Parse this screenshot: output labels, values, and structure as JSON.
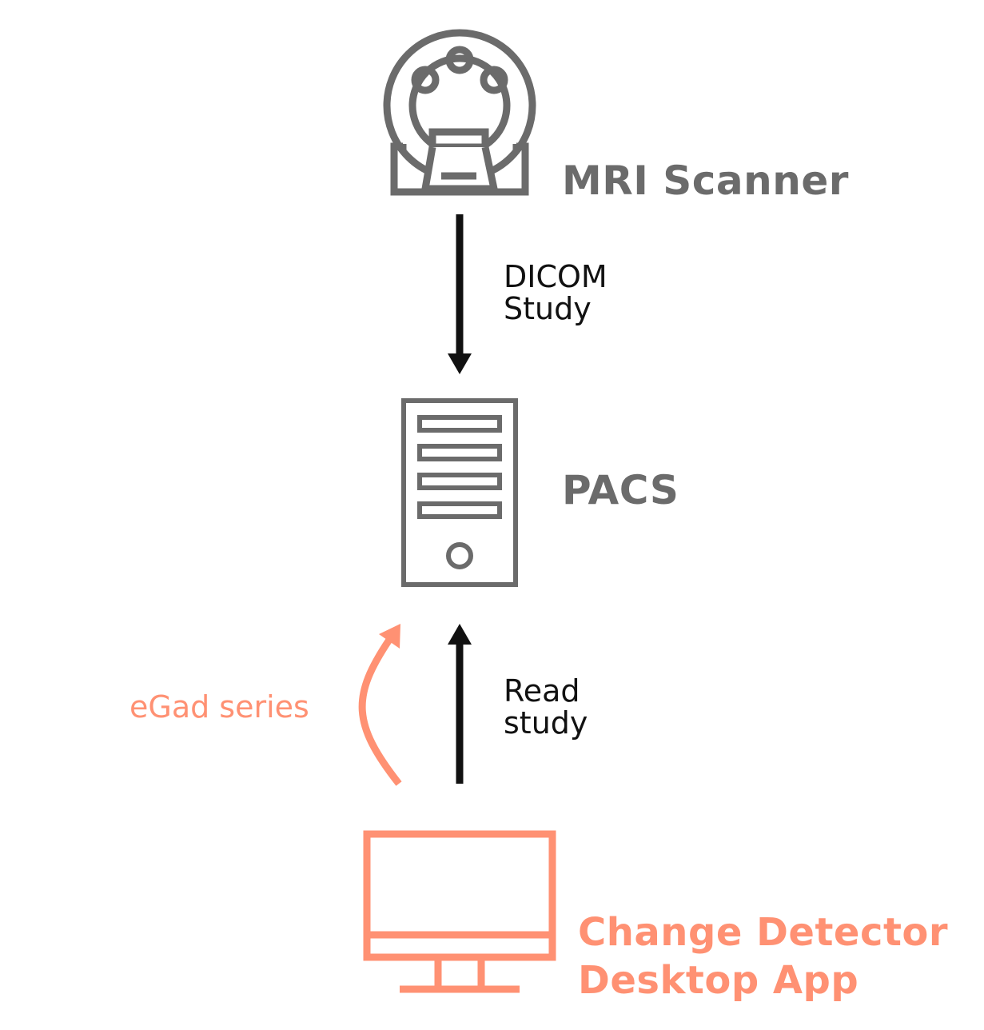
{
  "colors": {
    "gray": "#6b6b6b",
    "accent": "#ff9173",
    "arrow": "#111111",
    "background": "#ffffff"
  },
  "nodes": {
    "mri": {
      "label": "MRI Scanner",
      "icon": "mri-scanner-icon"
    },
    "pacs": {
      "label": "PACS",
      "icon": "server-tower-icon"
    },
    "app": {
      "label_line1": "Change Detector",
      "label_line2": "Desktop App",
      "icon": "desktop-monitor-icon"
    }
  },
  "edges": {
    "dicom": {
      "line1": "DICOM",
      "line2": "Study"
    },
    "read": {
      "line1": "Read",
      "line2": "study"
    },
    "egad": {
      "label": "eGad series"
    }
  }
}
